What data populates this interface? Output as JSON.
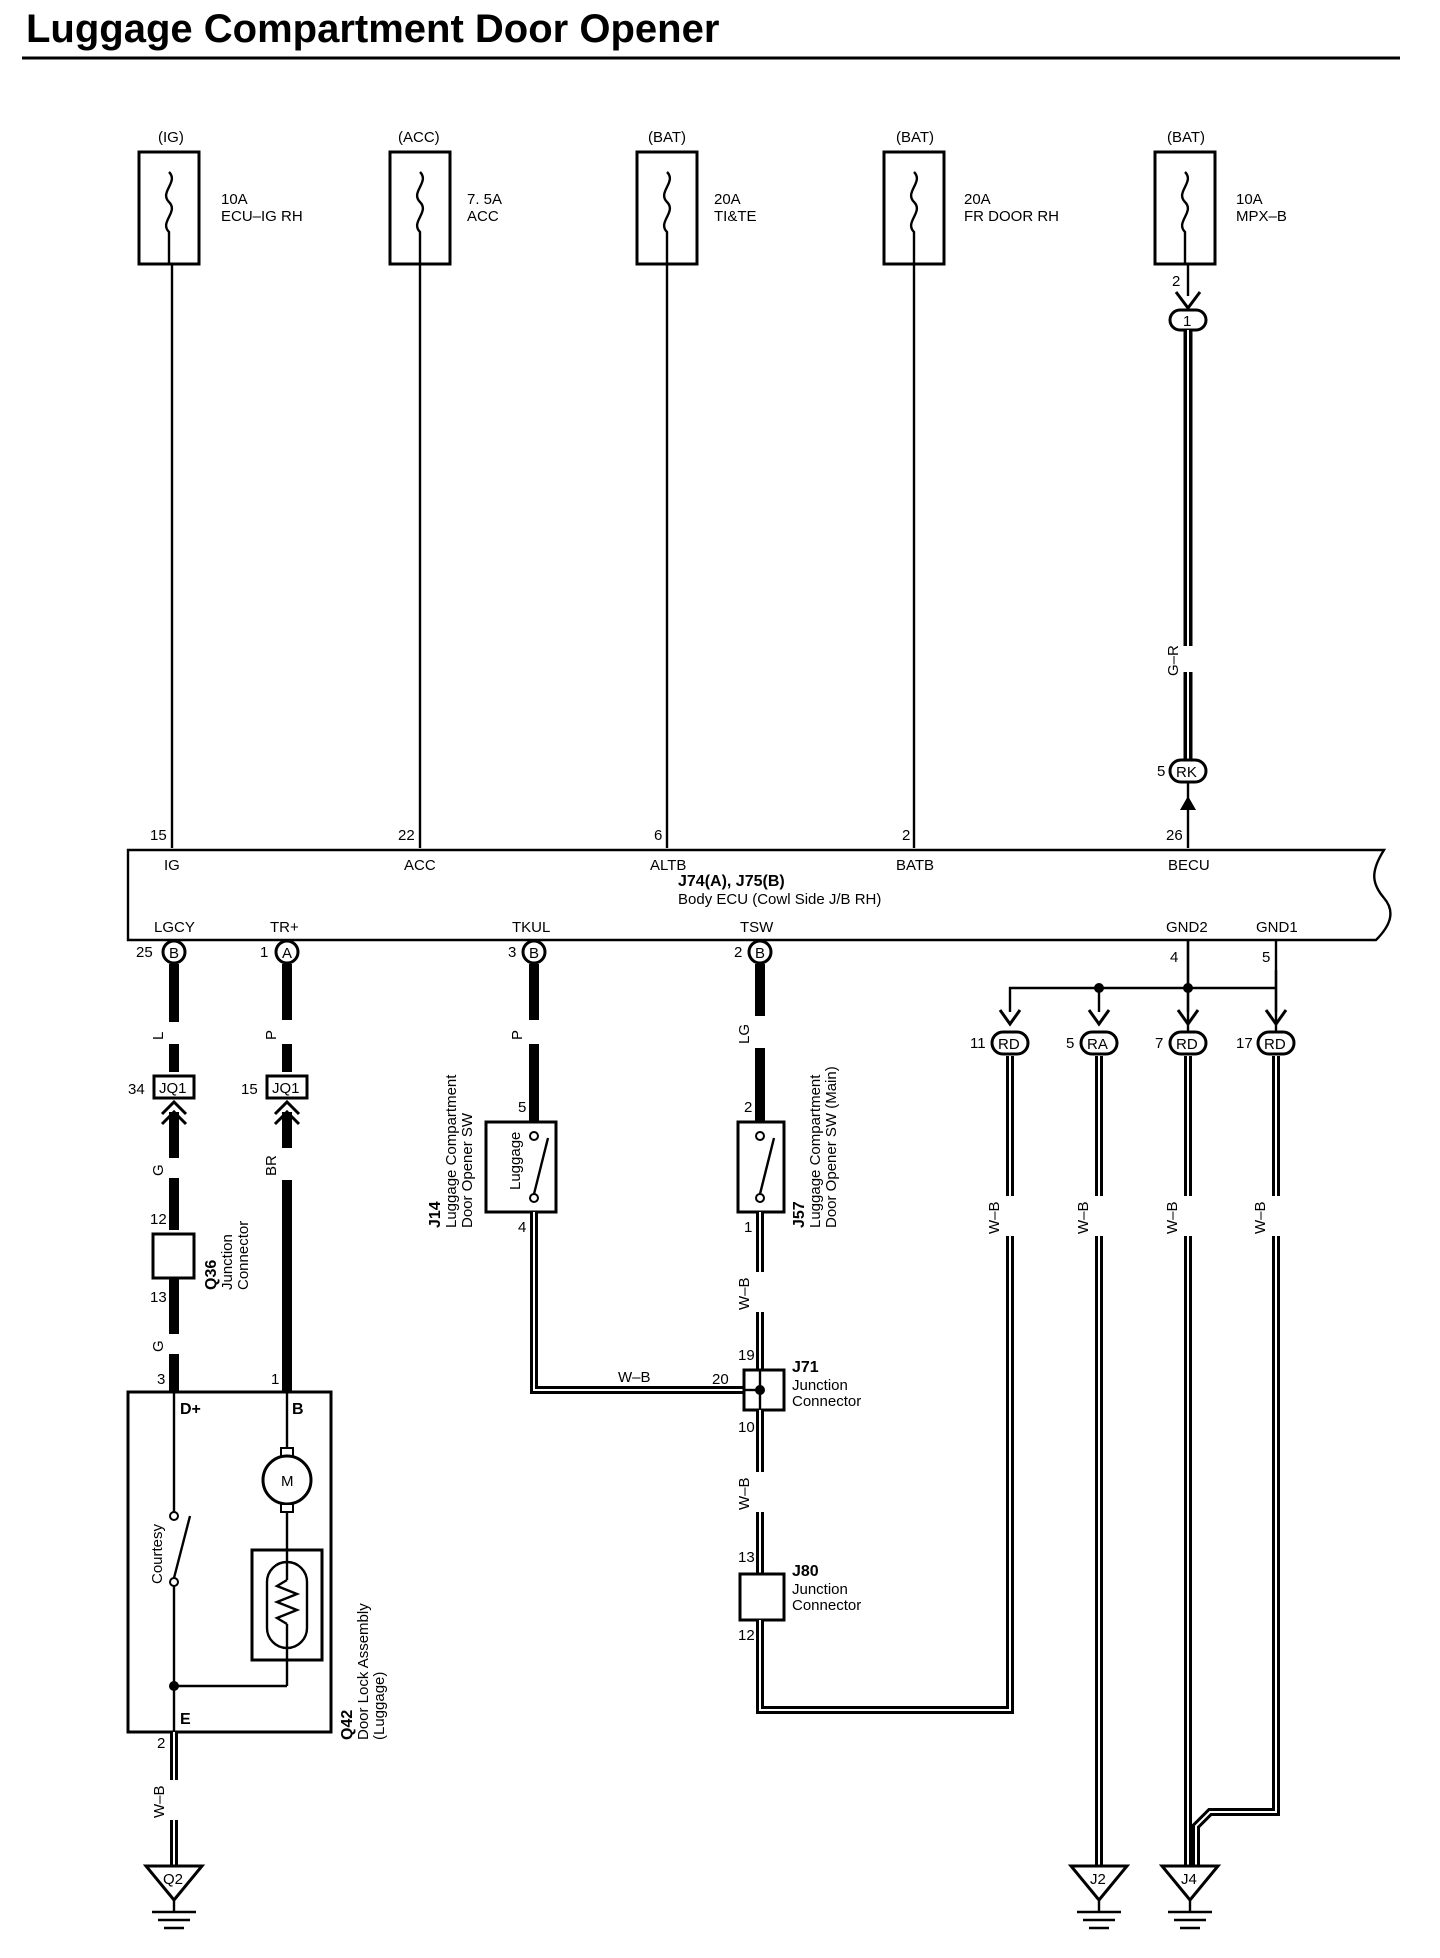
{
  "title": "Luggage Compartment Door Opener",
  "fuses": [
    {
      "source": "(IG)",
      "amp": "10A",
      "name": "ECU–IG RH"
    },
    {
      "source": "(ACC)",
      "amp": "7. 5A",
      "name": "ACC"
    },
    {
      "source": "(BAT)",
      "amp": "20A",
      "name": "TI&TE"
    },
    {
      "source": "(BAT)",
      "amp": "20A",
      "name": "FR DOOR RH"
    },
    {
      "source": "(BAT)",
      "amp": "10A",
      "name": "MPX–B"
    }
  ],
  "ecu": {
    "line1": "J74(A), J75(B)",
    "line2": "Body ECU (Cowl Side J/B RH)",
    "top_pins": [
      {
        "num": "15",
        "label": "IG"
      },
      {
        "num": "22",
        "label": "ACC"
      },
      {
        "num": "6",
        "label": "ALTB"
      },
      {
        "num": "2",
        "label": "BATB"
      },
      {
        "num": "26",
        "label": "BECU"
      }
    ],
    "bottom_pins": [
      {
        "num": "25",
        "conn": "B",
        "label": "LGCY"
      },
      {
        "num": "1",
        "conn": "A",
        "label": "TR+"
      },
      {
        "num": "3",
        "conn": "B",
        "label": "TKUL"
      },
      {
        "num": "2",
        "conn": "B",
        "label": "TSW"
      },
      {
        "num": "4",
        "label": "GND2"
      },
      {
        "num": "5",
        "label": "GND1"
      }
    ]
  },
  "mpx": {
    "pin_top": "2",
    "conn_top": "1",
    "wire": "G–R",
    "pin_rk": "5",
    "conn_rk": "RK"
  },
  "wires": {
    "lgcy_l": "L",
    "trp_p": "P",
    "tkul_p": "P",
    "tsw_lg": "LG",
    "lgcy_g1": "G",
    "trp_br": "BR",
    "lgcy_g2": "G",
    "q42_wb": "W–B",
    "j14_j71_wb": "W–B",
    "j57_j71_wb": "W–B",
    "j71_j80_wb": "W–B",
    "rd11_wb": "W–B",
    "ra5_wb": "W–B",
    "rd7_wb": "W–B",
    "rd17_wb": "W–B"
  },
  "jq1": [
    {
      "pin": "34",
      "label": "JQ1"
    },
    {
      "pin": "15",
      "label": "JQ1"
    }
  ],
  "q36": {
    "pin_top": "12",
    "pin_bot": "13",
    "id": "Q36",
    "name1": "Junction",
    "name2": "Connector"
  },
  "q42": {
    "pin_d": "3",
    "pin_b": "1",
    "pin_e": "2",
    "label_d": "D+",
    "label_b": "B",
    "label_e": "E",
    "courtesy": "Courtesy",
    "motor": "M",
    "id": "Q42",
    "name1": "Door Lock Assembly",
    "name2": "(Luggage)"
  },
  "j14": {
    "pin_top": "5",
    "pin_bot": "4",
    "inner": "Luggage",
    "id": "J14",
    "name1": "Luggage Compartment",
    "name2": "Door Opener SW"
  },
  "j57": {
    "pin_top": "2",
    "pin_bot": "1",
    "id": "J57",
    "name1": "Luggage Compartment",
    "name2": "Door Opener SW (Main)"
  },
  "j71": {
    "pin_top": "19",
    "pin_left": "20",
    "pin_bot": "10",
    "id": "J71",
    "name1": "Junction",
    "name2": "Connector"
  },
  "j80": {
    "pin_top": "13",
    "pin_bot": "12",
    "id": "J80",
    "name1": "Junction",
    "name2": "Connector"
  },
  "ground_conns": [
    {
      "pin": "11",
      "conn": "RD"
    },
    {
      "pin": "5",
      "conn": "RA"
    },
    {
      "pin": "7",
      "conn": "RD"
    },
    {
      "pin": "17",
      "conn": "RD"
    }
  ],
  "grounds": [
    "Q2",
    "J2",
    "J4"
  ]
}
